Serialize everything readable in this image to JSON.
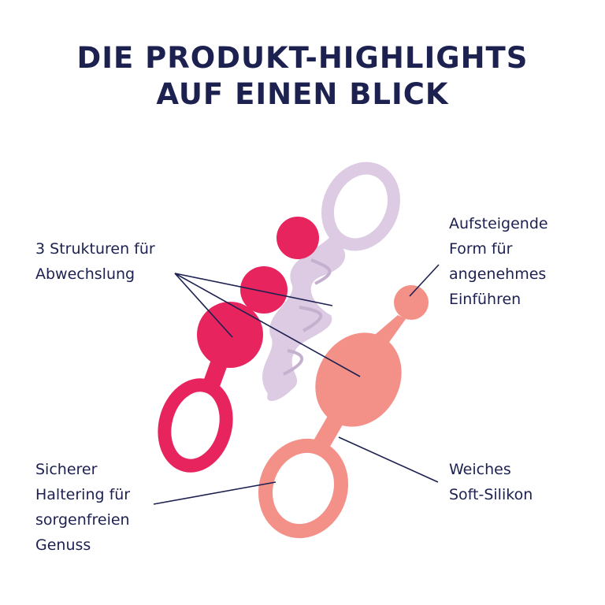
{
  "title": {
    "line1": "DIE PRODUKT-HIGHLIGHTS",
    "line2": "AUF EINEN BLICK"
  },
  "features": {
    "structures": [
      "3 Strukturen für",
      "Abwechslung"
    ],
    "shape": [
      "Aufsteigende",
      "Form für",
      "angenehmes",
      "Einführen"
    ],
    "ring": [
      "Sicherer",
      "Haltering für",
      "sorgenfreien",
      "Genuss"
    ],
    "silicone": [
      "Weiches",
      "Soft-Silikon"
    ]
  },
  "colors": {
    "navy": "#1c2150",
    "pink": "#e8245e",
    "lavender": "#dccbe3",
    "coral": "#f39088"
  }
}
